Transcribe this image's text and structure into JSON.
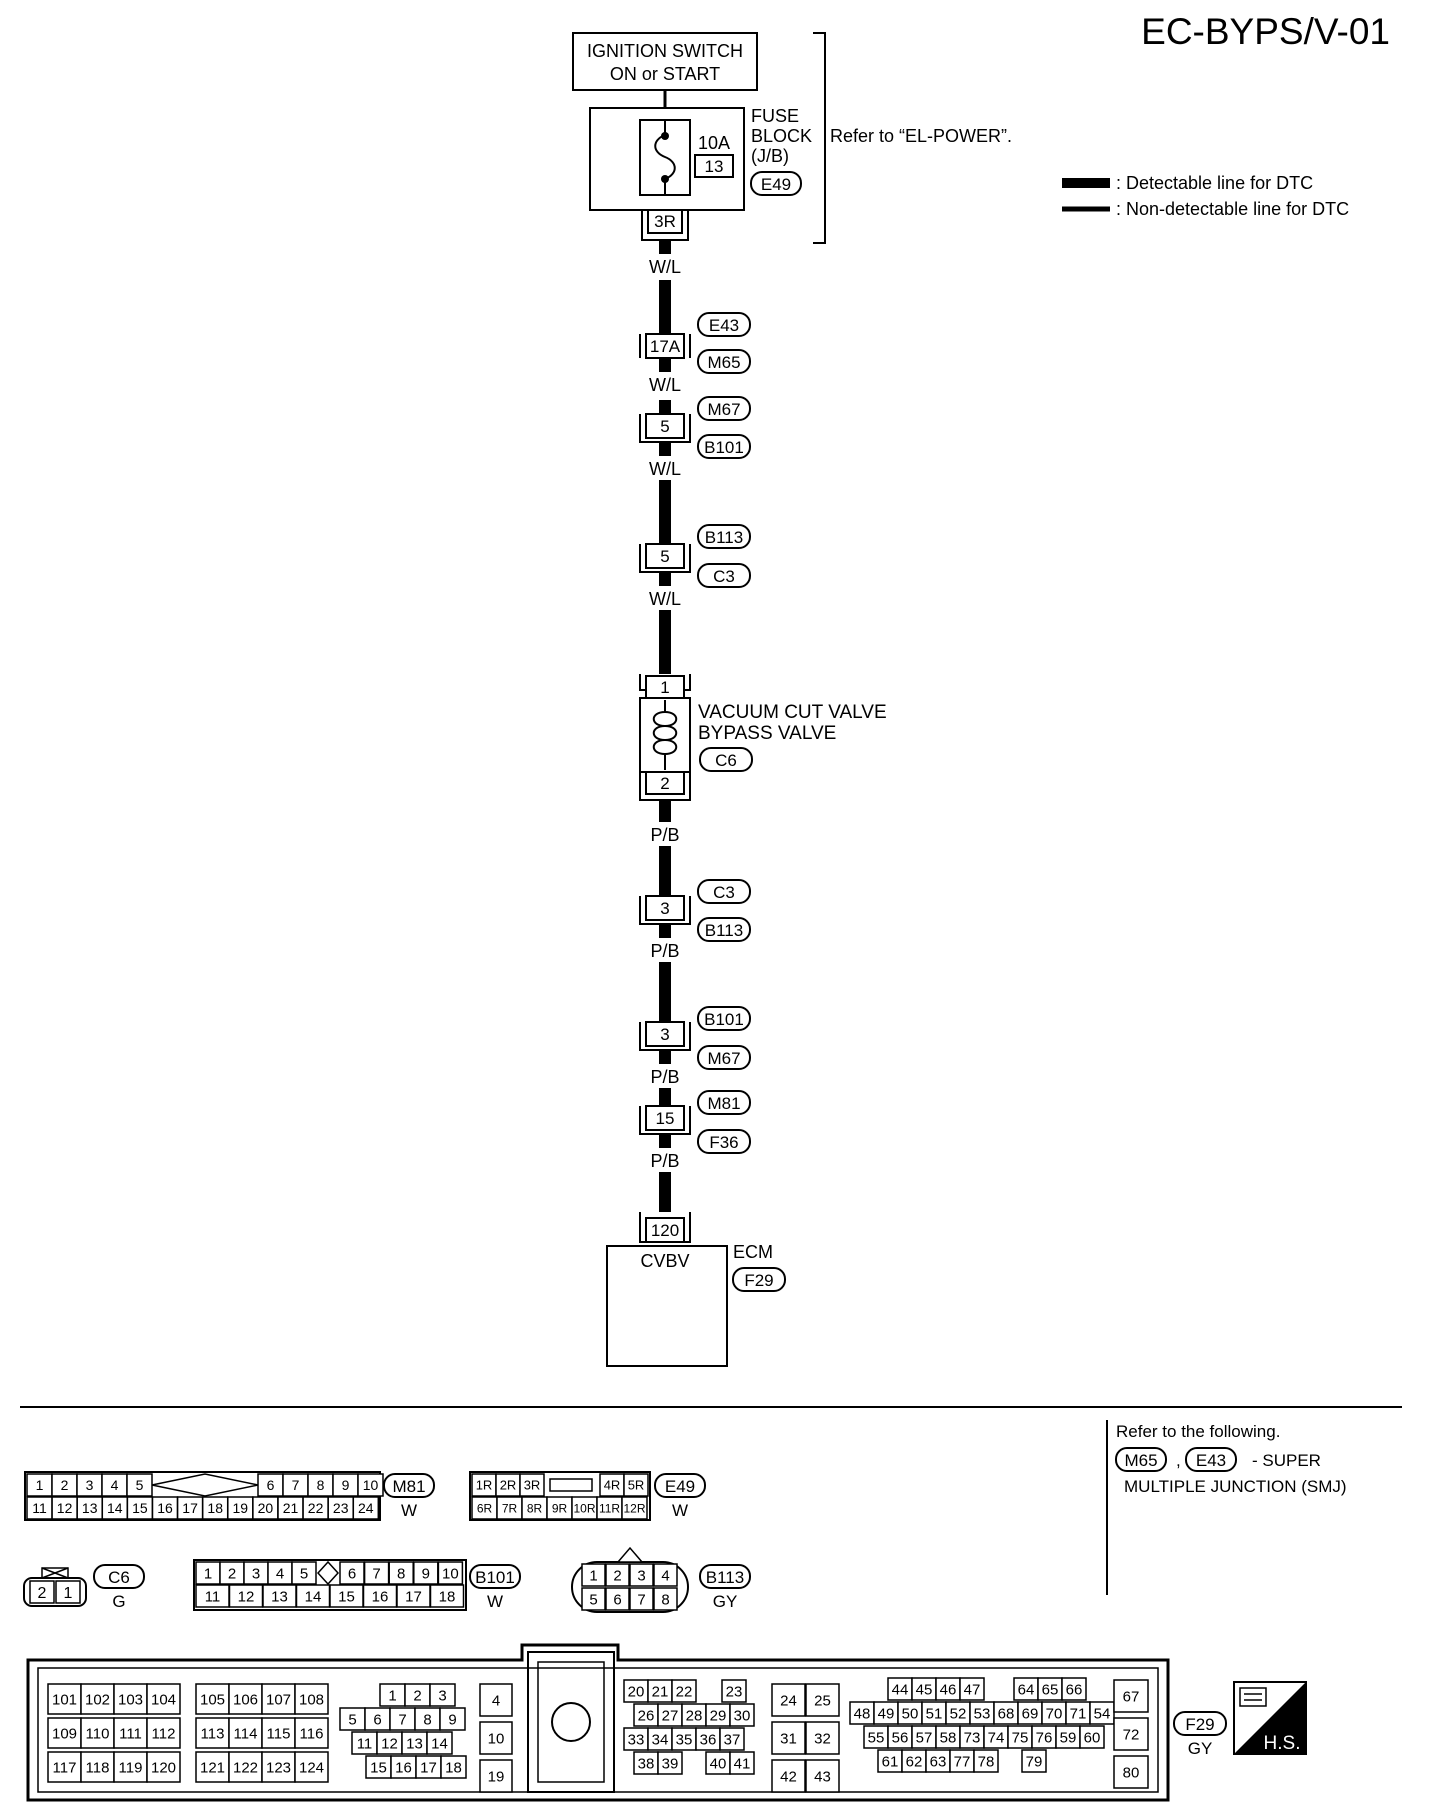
{
  "page_id": "EC-BYPS/V-01",
  "legend": {
    "detectable": ": Detectable line for DTC",
    "non_detectable": ": Non-detectable line for DTC"
  },
  "ignition": {
    "line1": "IGNITION SWITCH",
    "line2": "ON or START"
  },
  "fuse_block": {
    "label1": "FUSE",
    "label2": "BLOCK",
    "label3": "(J/B)",
    "amp": "10A",
    "fuse_no": "13",
    "connector": "E49",
    "terminal": "3R",
    "refer": "Refer to “EL-POWER”."
  },
  "wires": {
    "w1": "W/L",
    "w2": "W/L",
    "w3": "W/L",
    "w4": "W/L",
    "p1": "P/B",
    "p2": "P/B",
    "p3": "P/B",
    "p4": "P/B"
  },
  "joints": [
    {
      "terminal": "17A",
      "top": "E43",
      "bottom": "M65"
    },
    {
      "terminal": "5",
      "top": "M67",
      "bottom": "B101"
    },
    {
      "terminal": "5",
      "top": "B113",
      "bottom": "C3"
    },
    {
      "terminal": "3",
      "top": "C3",
      "bottom": "B113"
    },
    {
      "terminal": "3",
      "top": "B101",
      "bottom": "M67"
    },
    {
      "terminal": "15",
      "top": "M81",
      "bottom": "F36"
    }
  ],
  "valve": {
    "line1": "VACUUM CUT VALVE",
    "line2": "BYPASS VALVE",
    "connector": "C6",
    "pin_top": "1",
    "pin_bottom": "2"
  },
  "ecm": {
    "label": "ECM",
    "connector": "F29",
    "terminal": "120",
    "pin_name": "CVBV"
  },
  "refer_note": {
    "line1": "Refer to the following.",
    "conn1": "M65",
    "sep": ",",
    "conn2": "E43",
    "line2": "- SUPER",
    "line3": "MULTIPLE JUNCTION (SMJ)"
  },
  "connectors": {
    "m81": {
      "id": "M81",
      "color": "W",
      "row1": [
        "1",
        "2",
        "3",
        "4",
        "5",
        "6",
        "7",
        "8",
        "9",
        "10"
      ],
      "row2": [
        "11",
        "12",
        "13",
        "14",
        "15",
        "16",
        "17",
        "18",
        "19",
        "20",
        "21",
        "22",
        "23",
        "24"
      ]
    },
    "e49": {
      "id": "E49",
      "color": "W",
      "row1": [
        "1R",
        "2R",
        "3R",
        "4R",
        "5R"
      ],
      "row2": [
        "6R",
        "7R",
        "8R",
        "9R",
        "10R",
        "11R",
        "12R"
      ]
    },
    "c6": {
      "id": "C6",
      "color": "G",
      "pins": [
        "2",
        "1"
      ]
    },
    "b101": {
      "id": "B101",
      "color": "W",
      "row1": [
        "1",
        "2",
        "3",
        "4",
        "5",
        "6",
        "7",
        "8",
        "9",
        "10"
      ],
      "row2": [
        "11",
        "12",
        "13",
        "14",
        "15",
        "16",
        "17",
        "18"
      ]
    },
    "b113": {
      "id": "B113",
      "color": "GY",
      "row1": [
        "1",
        "2",
        "3",
        "4"
      ],
      "row2": [
        "5",
        "6",
        "7",
        "8"
      ]
    },
    "f29": {
      "id": "F29",
      "color": "GY",
      "hs": "H.S.",
      "g1": [
        "101",
        "102",
        "103",
        "104",
        "109",
        "110",
        "111",
        "112",
        "117",
        "118",
        "119",
        "120"
      ],
      "g2": [
        "105",
        "106",
        "107",
        "108",
        "113",
        "114",
        "115",
        "116",
        "121",
        "122",
        "123",
        "124"
      ],
      "g3": [
        "1",
        "2",
        "3",
        "5",
        "6",
        "7",
        "8",
        "9",
        "11",
        "12",
        "13",
        "14",
        "15",
        "16",
        "17",
        "18"
      ],
      "g4": [
        "4",
        "10",
        "19"
      ],
      "g5": [
        "20",
        "21",
        "22",
        "23",
        "26",
        "27",
        "28",
        "29",
        "30",
        "33",
        "34",
        "35",
        "36",
        "37",
        "38",
        "39",
        "40",
        "41"
      ],
      "g6": [
        "24",
        "25",
        "31",
        "32",
        "42",
        "43"
      ],
      "g7": [
        "44",
        "45",
        "46",
        "47",
        "64",
        "65",
        "66",
        "48",
        "49",
        "50",
        "51",
        "52",
        "53",
        "68",
        "69",
        "70",
        "71",
        "54",
        "55",
        "56",
        "57",
        "58",
        "73",
        "74",
        "75",
        "76",
        "59",
        "60",
        "61",
        "62",
        "63",
        "77",
        "78",
        "79"
      ],
      "g8": [
        "67",
        "72",
        "80"
      ]
    }
  }
}
